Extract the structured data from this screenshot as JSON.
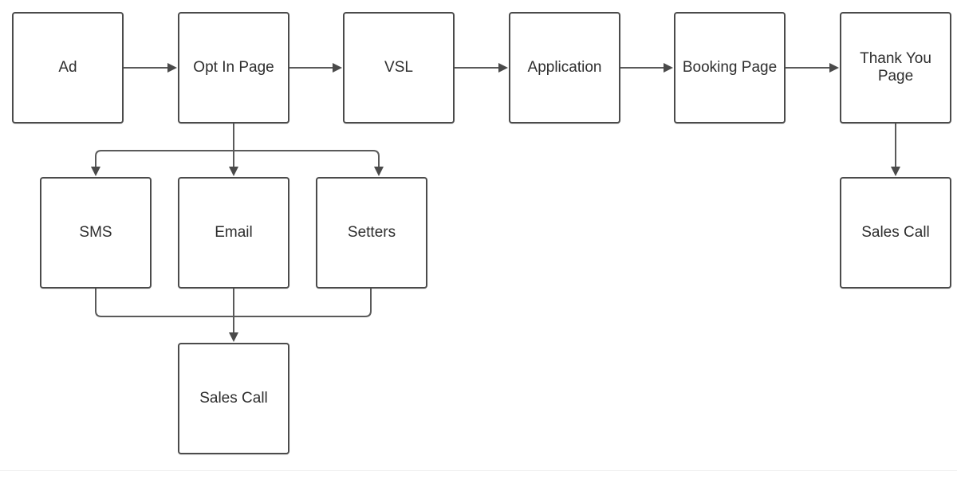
{
  "diagram": {
    "nodes": {
      "ad": "Ad",
      "opt_in_page": "Opt In Page",
      "vsl": "VSL",
      "application": "Application",
      "booking_page": "Booking Page",
      "thank_you_page": "Thank You Page",
      "sms": "SMS",
      "email": "Email",
      "setters": "Setters",
      "sales_call_left": "Sales Call",
      "sales_call_right": "Sales Call"
    },
    "edges": [
      [
        "ad",
        "opt_in_page"
      ],
      [
        "opt_in_page",
        "vsl"
      ],
      [
        "vsl",
        "application"
      ],
      [
        "application",
        "booking_page"
      ],
      [
        "booking_page",
        "thank_you_page"
      ],
      [
        "opt_in_page",
        "sms"
      ],
      [
        "opt_in_page",
        "email"
      ],
      [
        "opt_in_page",
        "setters"
      ],
      [
        "sms",
        "sales_call_left"
      ],
      [
        "email",
        "sales_call_left"
      ],
      [
        "setters",
        "sales_call_left"
      ],
      [
        "thank_you_page",
        "sales_call_right"
      ]
    ],
    "colors": {
      "border": "#4b4b4b",
      "connector": "#5a5a5a",
      "text": "#2e2e2e",
      "background": "#ffffff"
    }
  }
}
